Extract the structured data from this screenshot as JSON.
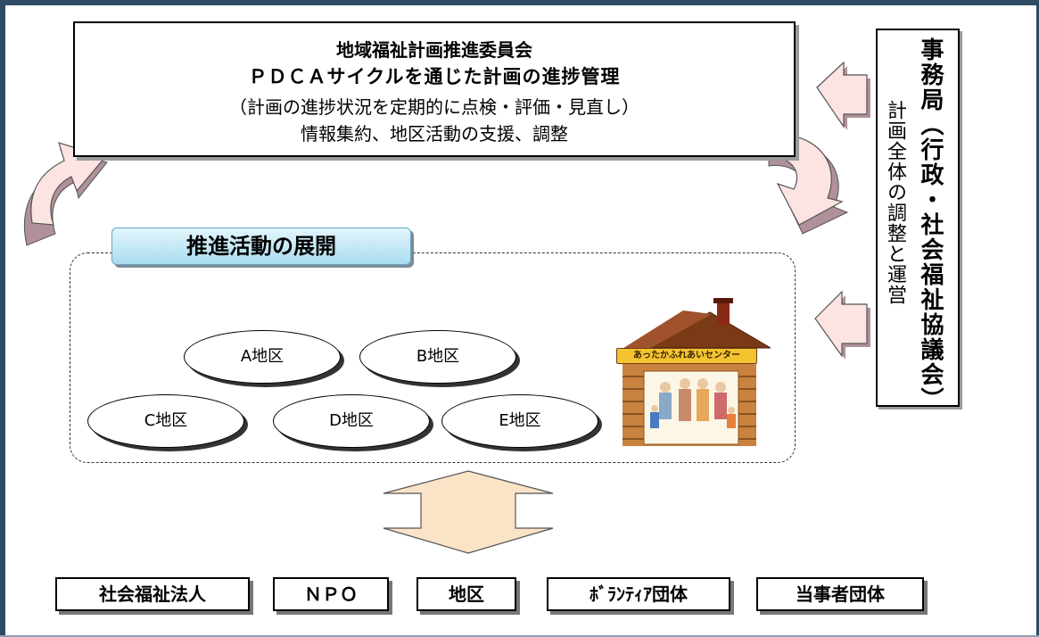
{
  "committee": {
    "line1": "地域福祉計画推進委員会",
    "line2": "ＰＤＣＡサイクルを通じた計画の進捗管理",
    "line3": "（計画の進捗状況を定期的に点検・評価・見直し）",
    "line4": "情報集約、地区活動の支援、調整"
  },
  "secretariat": {
    "title": "事務局（行政・社会福祉協議会）",
    "subtitle": "計画全体の調整と運営"
  },
  "promotion": {
    "label": "推進活動の展開"
  },
  "districts": [
    "A地区",
    "B地区",
    "C地区",
    "D地区",
    "E地区"
  ],
  "center": {
    "sign": "あったかふれあいセンター"
  },
  "organizations": [
    "社会福祉法人",
    "ＮＰＯ",
    "地区",
    "ﾎﾞﾗﾝﾃｨｱ団体",
    "当事者団体"
  ],
  "colors": {
    "frame": "#2f4a63",
    "arrow_fill": "#fbe4e2",
    "arrow_shadow": "#b09099",
    "label_fill": "#a9dcef",
    "bidirectional_arrow": "#fbe3c8"
  }
}
